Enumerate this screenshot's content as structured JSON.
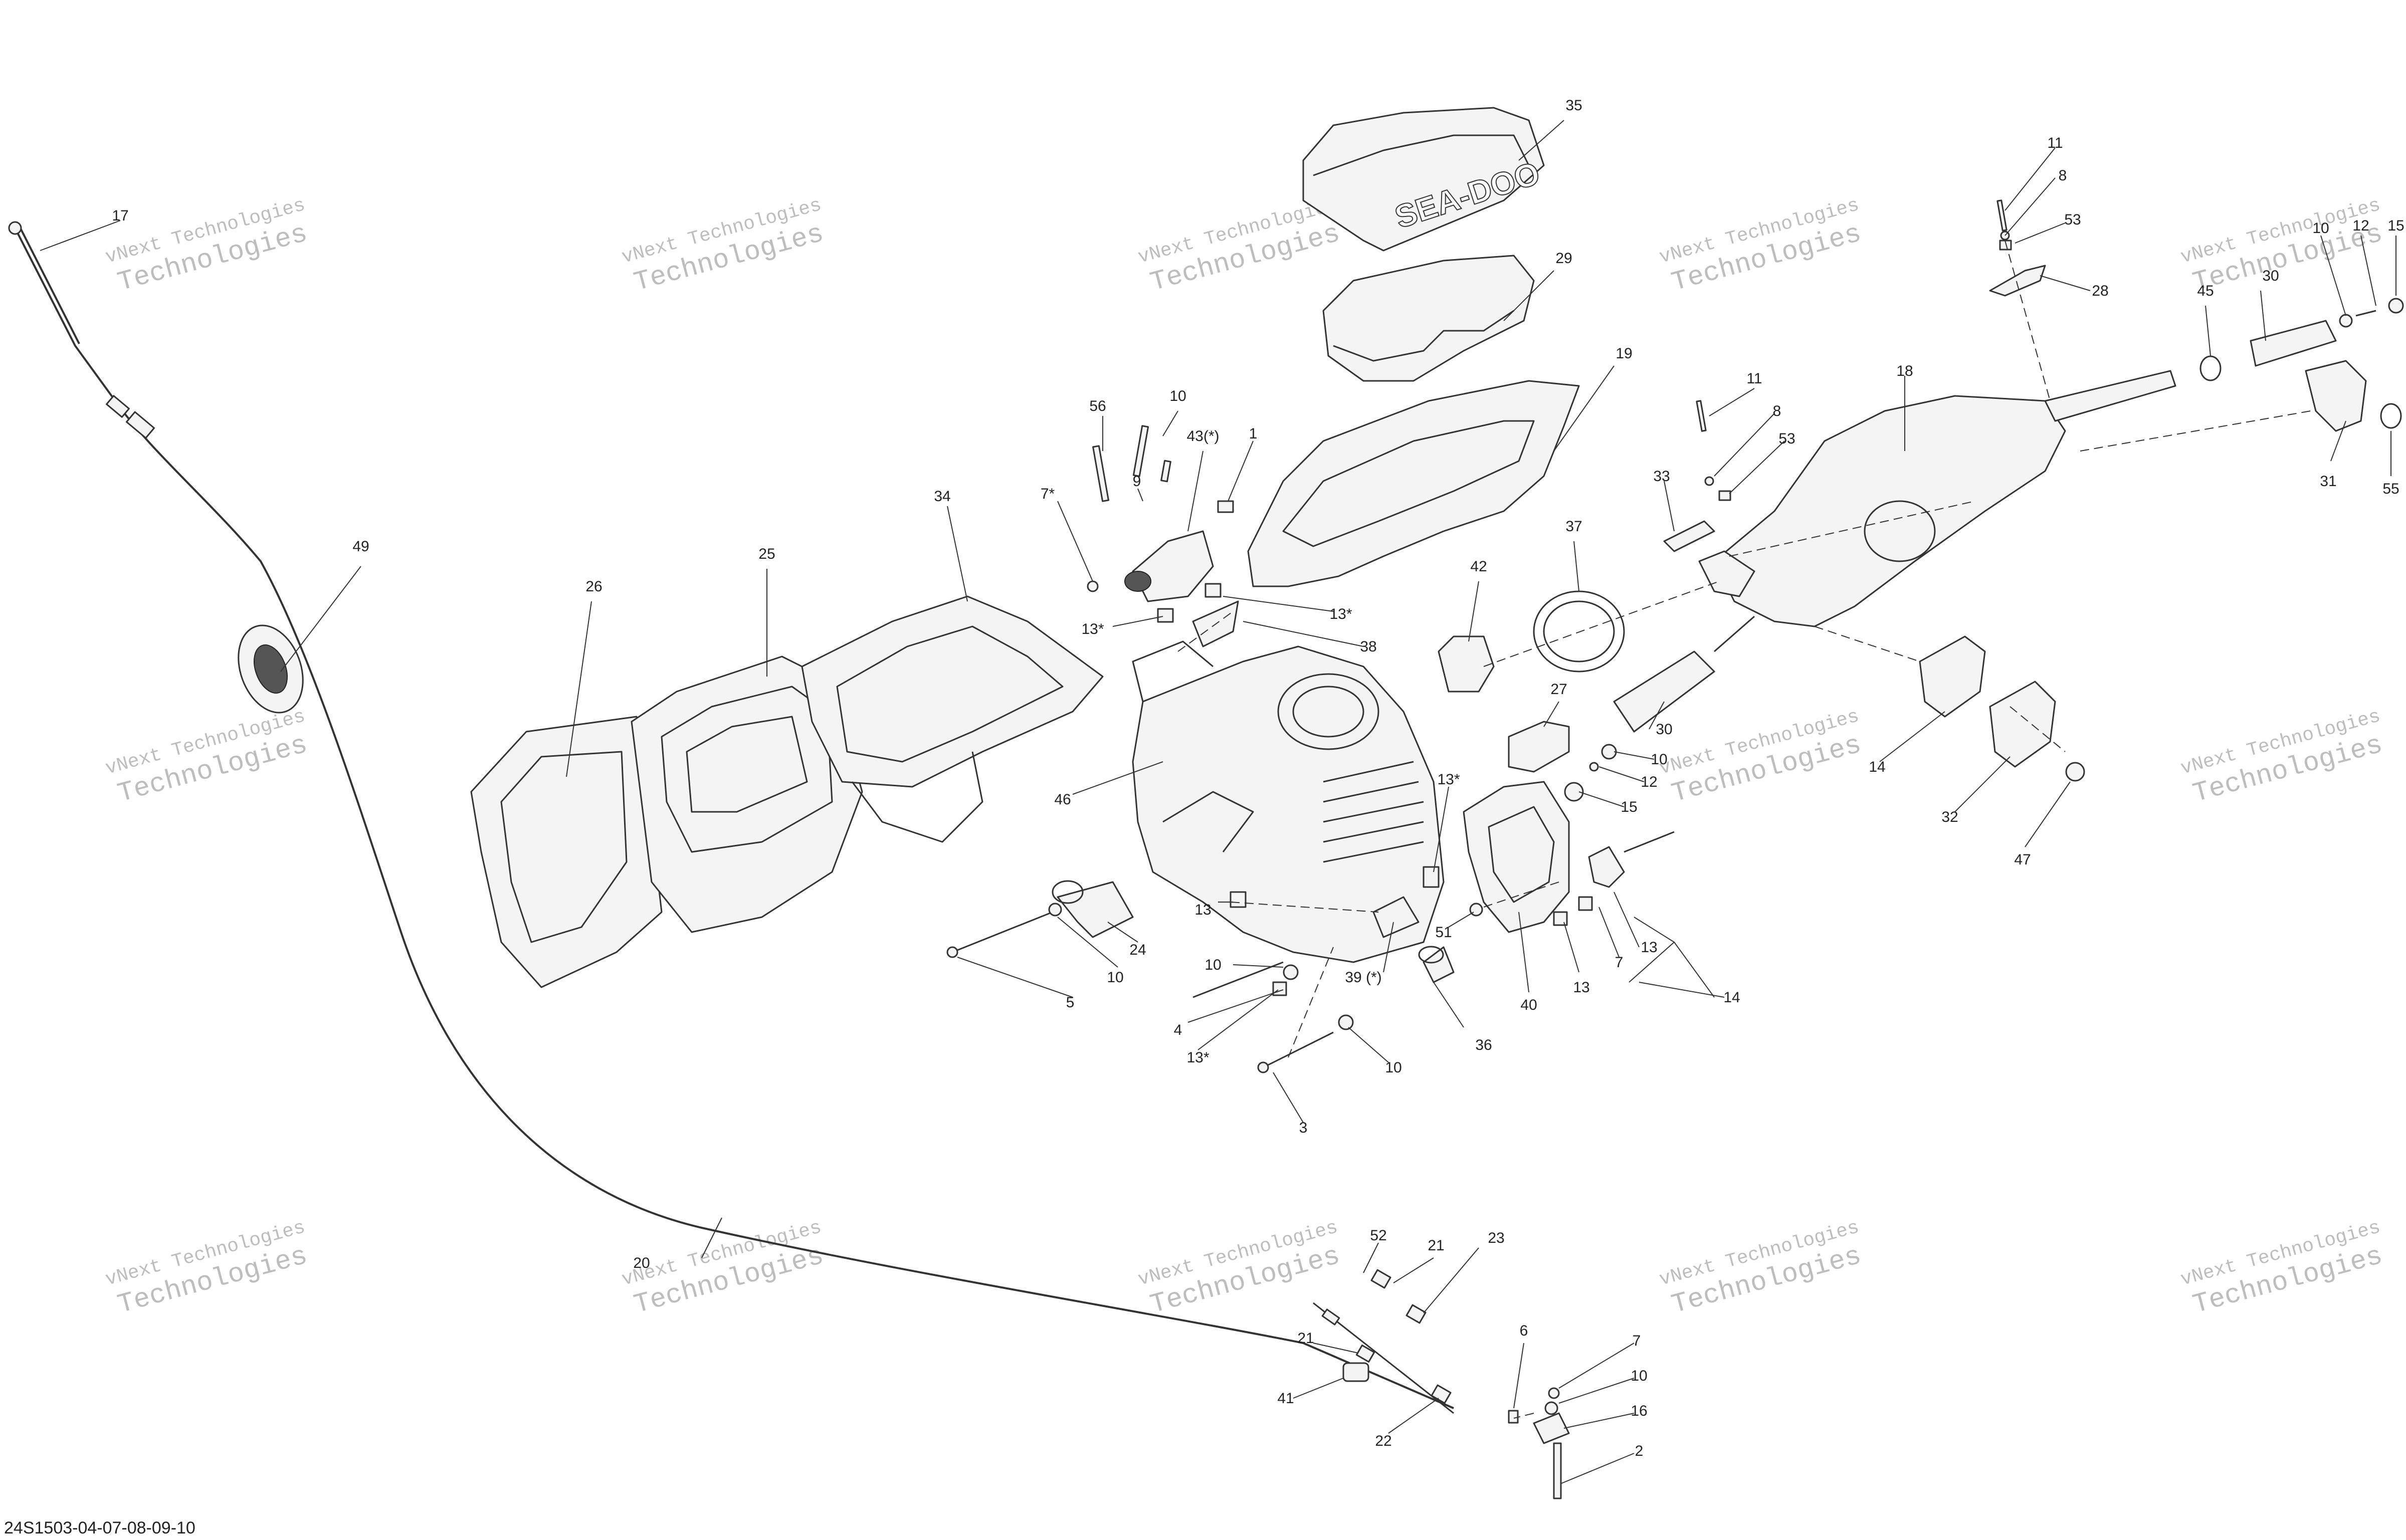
{
  "reference": "24S1503-04-07-08-09-10",
  "watermark": {
    "line1": "vNext Technologies",
    "line2": "Technologies"
  },
  "logo_text": "SEA-DOO",
  "callouts": [
    {
      "id": "c17",
      "text": "17"
    },
    {
      "id": "c49",
      "text": "49"
    },
    {
      "id": "c20",
      "text": "20"
    },
    {
      "id": "c26",
      "text": "26"
    },
    {
      "id": "c25",
      "text": "25"
    },
    {
      "id": "c34",
      "text": "34"
    },
    {
      "id": "c56",
      "text": "56"
    },
    {
      "id": "c10a",
      "text": "10"
    },
    {
      "id": "c9",
      "text": "9"
    },
    {
      "id": "c43",
      "text": "43(*)"
    },
    {
      "id": "c1",
      "text": "1"
    },
    {
      "id": "c7s",
      "text": "7*"
    },
    {
      "id": "c13sa",
      "text": "13*"
    },
    {
      "id": "c13sb",
      "text": "13*"
    },
    {
      "id": "c38",
      "text": "38"
    },
    {
      "id": "c35",
      "text": "35"
    },
    {
      "id": "c29",
      "text": "29"
    },
    {
      "id": "c19",
      "text": "19"
    },
    {
      "id": "c46",
      "text": "46"
    },
    {
      "id": "c24",
      "text": "24"
    },
    {
      "id": "c10b",
      "text": "10"
    },
    {
      "id": "c5",
      "text": "5"
    },
    {
      "id": "c13a",
      "text": "13"
    },
    {
      "id": "c10c",
      "text": "10"
    },
    {
      "id": "c4",
      "text": "4"
    },
    {
      "id": "c13sc",
      "text": "13*"
    },
    {
      "id": "c3",
      "text": "3"
    },
    {
      "id": "c39",
      "text": "39 (*)"
    },
    {
      "id": "c10d",
      "text": "10"
    },
    {
      "id": "c36",
      "text": "36"
    },
    {
      "id": "c51",
      "text": "51"
    },
    {
      "id": "c13sd",
      "text": "13*"
    },
    {
      "id": "c40",
      "text": "40"
    },
    {
      "id": "c13b",
      "text": "13"
    },
    {
      "id": "c7a",
      "text": "7"
    },
    {
      "id": "c13c",
      "text": "13"
    },
    {
      "id": "c14a",
      "text": "14"
    },
    {
      "id": "c42",
      "text": "42"
    },
    {
      "id": "c37",
      "text": "37"
    },
    {
      "id": "c27",
      "text": "27"
    },
    {
      "id": "c30a",
      "text": "30"
    },
    {
      "id": "c10e",
      "text": "10"
    },
    {
      "id": "c12a",
      "text": "12"
    },
    {
      "id": "c15a",
      "text": "15"
    },
    {
      "id": "c33",
      "text": "33"
    },
    {
      "id": "c11a",
      "text": "11"
    },
    {
      "id": "c8a",
      "text": "8"
    },
    {
      "id": "c53a",
      "text": "53"
    },
    {
      "id": "c18",
      "text": "18"
    },
    {
      "id": "c11b",
      "text": "11"
    },
    {
      "id": "c8b",
      "text": "8"
    },
    {
      "id": "c53b",
      "text": "53"
    },
    {
      "id": "c28",
      "text": "28"
    },
    {
      "id": "c45",
      "text": "45"
    },
    {
      "id": "c30b",
      "text": "30"
    },
    {
      "id": "c10f",
      "text": "10"
    },
    {
      "id": "c12b",
      "text": "12"
    },
    {
      "id": "c15b",
      "text": "15"
    },
    {
      "id": "c31",
      "text": "31"
    },
    {
      "id": "c55",
      "text": "55"
    },
    {
      "id": "c14b",
      "text": "14"
    },
    {
      "id": "c32",
      "text": "32"
    },
    {
      "id": "c47",
      "text": "47"
    },
    {
      "id": "c52",
      "text": "52"
    },
    {
      "id": "c21a",
      "text": "21"
    },
    {
      "id": "c23",
      "text": "23"
    },
    {
      "id": "c21b",
      "text": "21"
    },
    {
      "id": "c41",
      "text": "41"
    },
    {
      "id": "c22",
      "text": "22"
    },
    {
      "id": "c6",
      "text": "6"
    },
    {
      "id": "c7b",
      "text": "7"
    },
    {
      "id": "c10g",
      "text": "10"
    },
    {
      "id": "c16",
      "text": "16"
    },
    {
      "id": "c2",
      "text": "2"
    }
  ]
}
